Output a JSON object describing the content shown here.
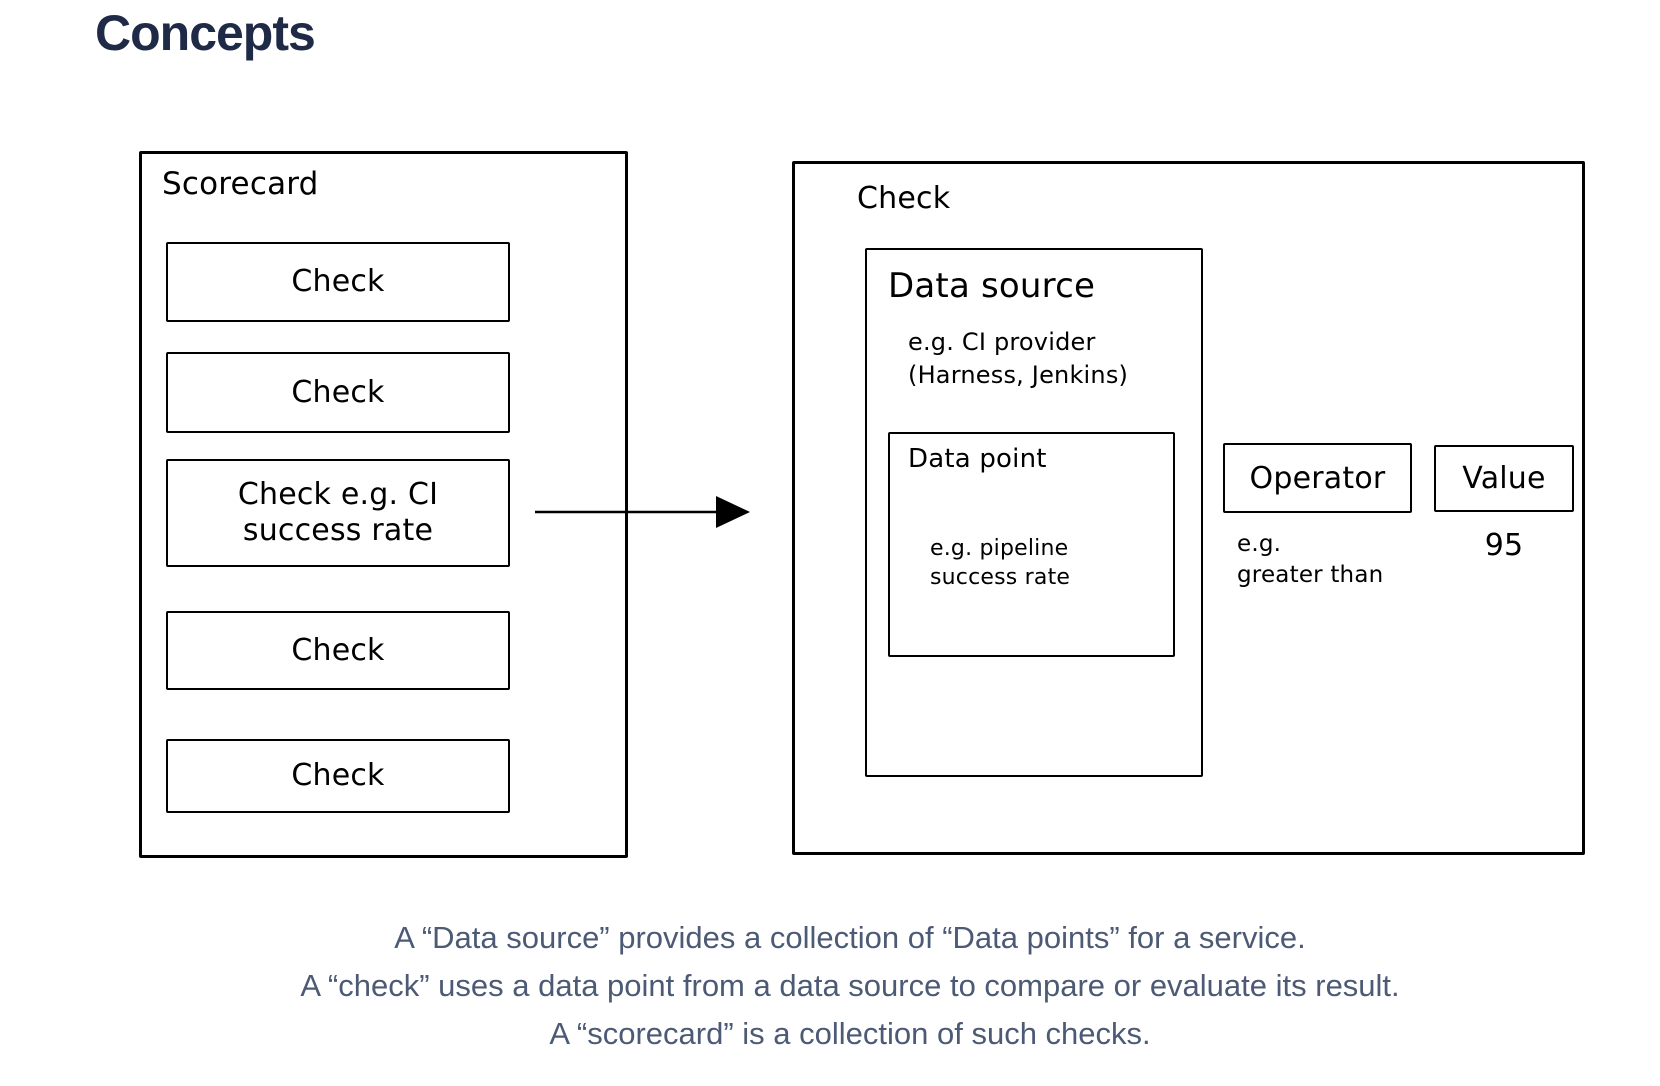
{
  "header": {
    "title": "Concepts"
  },
  "colors": {
    "heading_text": "#1F2A47",
    "caption_text": "#4C5A75",
    "diagram_stroke": "#000000",
    "background": "#FFFFFF"
  },
  "scorecard": {
    "label": "Scorecard",
    "checks": [
      "Check",
      "Check",
      "Check e.g. CI success rate",
      "Check",
      "Check"
    ]
  },
  "check_detail": {
    "label": "Check",
    "data_source": {
      "label": "Data source",
      "example_lines": [
        "e.g. CI provider",
        "(Harness, Jenkins)"
      ],
      "data_point": {
        "label": "Data point",
        "example_lines": [
          "e.g. pipeline",
          "success rate"
        ]
      }
    },
    "operator": {
      "label": "Operator",
      "example_lines": [
        "e.g.",
        "greater than"
      ]
    },
    "value": {
      "label": "Value",
      "example": "95"
    }
  },
  "captions": [
    "A “Data source” provides a collection of “Data points” for a service.",
    "A “check” uses a data point from a data source to compare or evaluate its result.",
    "A “scorecard” is a collection of such checks."
  ]
}
